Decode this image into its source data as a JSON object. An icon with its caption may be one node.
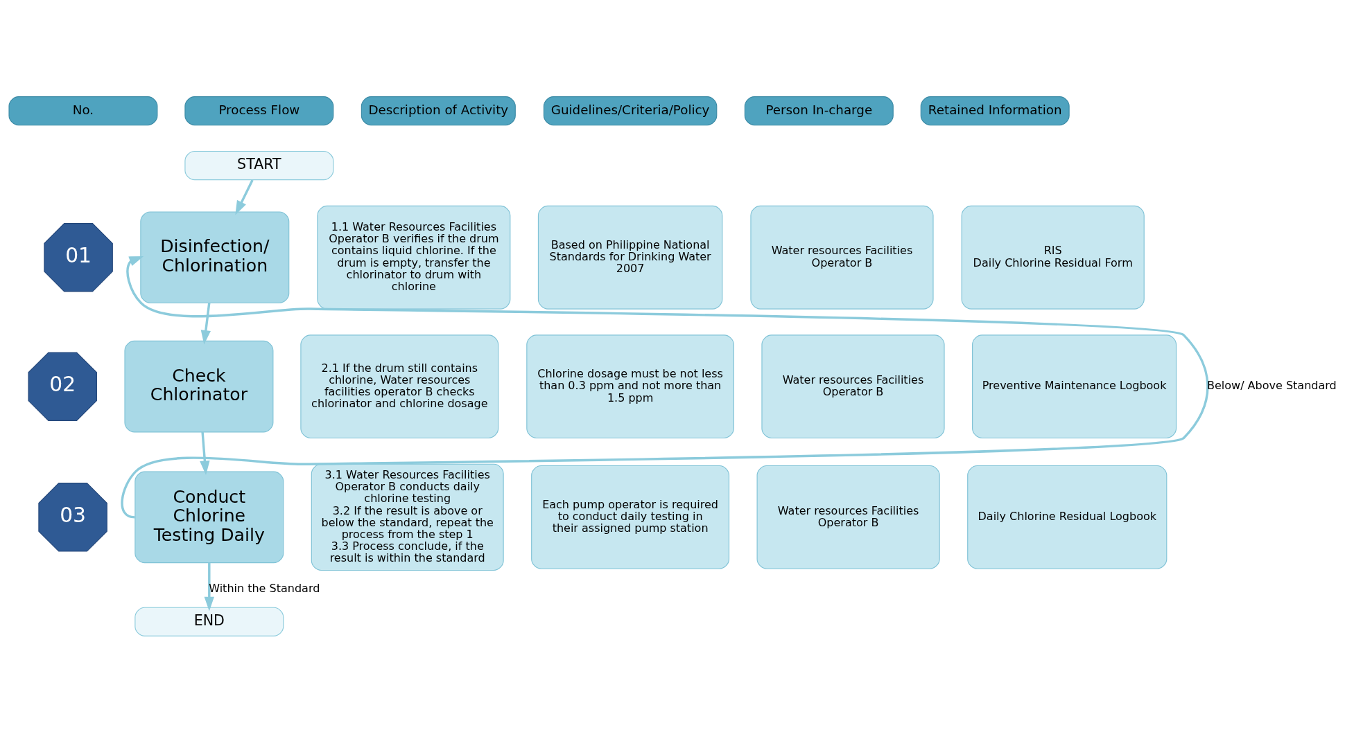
{
  "diagram": {
    "nodes": [
      {
        "text": [
          "No."
        ]
      },
      {
        "text": [
          "Process Flow"
        ]
      },
      {
        "text": [
          "Description of Activity"
        ]
      },
      {
        "text": [
          "Guidelines/Criteria/Policy"
        ]
      },
      {
        "text": [
          "Person In-charge"
        ]
      },
      {
        "text": [
          "Retained Information"
        ]
      },
      {
        "text": [
          "START"
        ]
      },
      {
        "text": [
          "01"
        ]
      },
      {
        "text": [
          "Disinfection/ Chlorination"
        ]
      },
      {
        "text": [
          "1.1 Water Resources Facilities Operator B verifies if the drum contains liquid chlorine. If the drum is empty, transfer the chlorinator to drum with chlorine"
        ]
      },
      {
        "text": [
          "Based on Philippine National Standards for Drinking Water 2007"
        ]
      },
      {
        "text": [
          "Water resources Facilities Operator B"
        ]
      },
      {
        "text": [
          "RIS",
          "Daily Chlorine Residual Form"
        ]
      },
      {
        "text": [
          "02"
        ]
      },
      {
        "text": [
          "Check Chlorinator"
        ]
      },
      {
        "text": [
          "2.1 If the drum still contains chlorine, Water resources facilities operator B checks chlorinator and chlorine dosage"
        ]
      },
      {
        "text": [
          "Chlorine dosage must be not less than 0.3 ppm and not more than 1.5 ppm"
        ]
      },
      {
        "text": [
          "Water resources Facilities Operator B"
        ]
      },
      {
        "text": [
          "Preventive Maintenance Logbook"
        ]
      },
      {
        "text": [
          "03"
        ]
      },
      {
        "text": [
          "Conduct Chlorine Testing Daily"
        ]
      },
      {
        "text": [
          "3.1 Water Resources Facilities Operator B conducts daily chlorine testing",
          "3.2 If the result is above or below the standard, repeat the process from the step 1",
          "3.3 Process conclude, if the result is within the standard"
        ]
      },
      {
        "text": [
          "Each pump operator is required to conduct daily testing in their assigned pump station"
        ]
      },
      {
        "text": [
          "Water resources Facilities Operator B"
        ]
      },
      {
        "text": [
          "Daily Chlorine Residual Logbook"
        ]
      },
      {
        "text": [
          "END"
        ]
      }
    ],
    "edges": [
      {
        "from": 6,
        "to": 8,
        "arrow": "to"
      },
      {
        "from": 8,
        "to": 14,
        "arrow": "to"
      },
      {
        "from": 14,
        "to": 20,
        "arrow": "to"
      },
      {
        "from": 20,
        "to": 8,
        "arrow": "to",
        "label": "Below/ Above Standard"
      },
      {
        "from": 20,
        "to": 25,
        "arrow": "to",
        "label": "Within the Standard"
      }
    ]
  }
}
